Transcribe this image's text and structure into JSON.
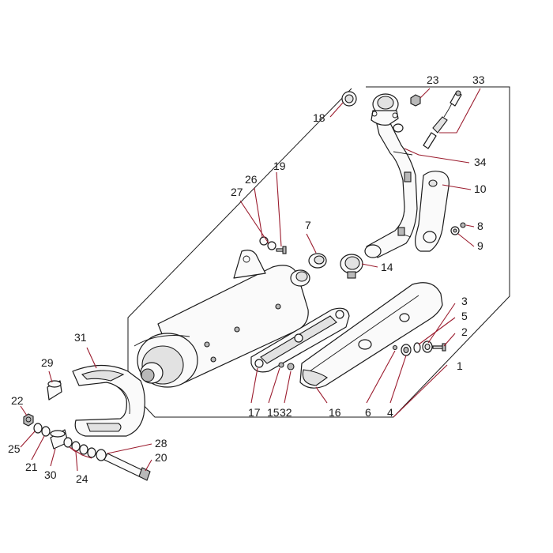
{
  "diagram": {
    "accent_color": "#9b1c2e",
    "line_color": "#1a1a1a",
    "callouts": [
      "1",
      "2",
      "3",
      "4",
      "5",
      "6",
      "7",
      "8",
      "9",
      "10",
      "14",
      "15",
      "16",
      "17",
      "18",
      "19",
      "20",
      "21",
      "22",
      "23",
      "24",
      "25",
      "26",
      "27",
      "28",
      "29",
      "30",
      "31",
      "32",
      "33",
      "34"
    ]
  }
}
